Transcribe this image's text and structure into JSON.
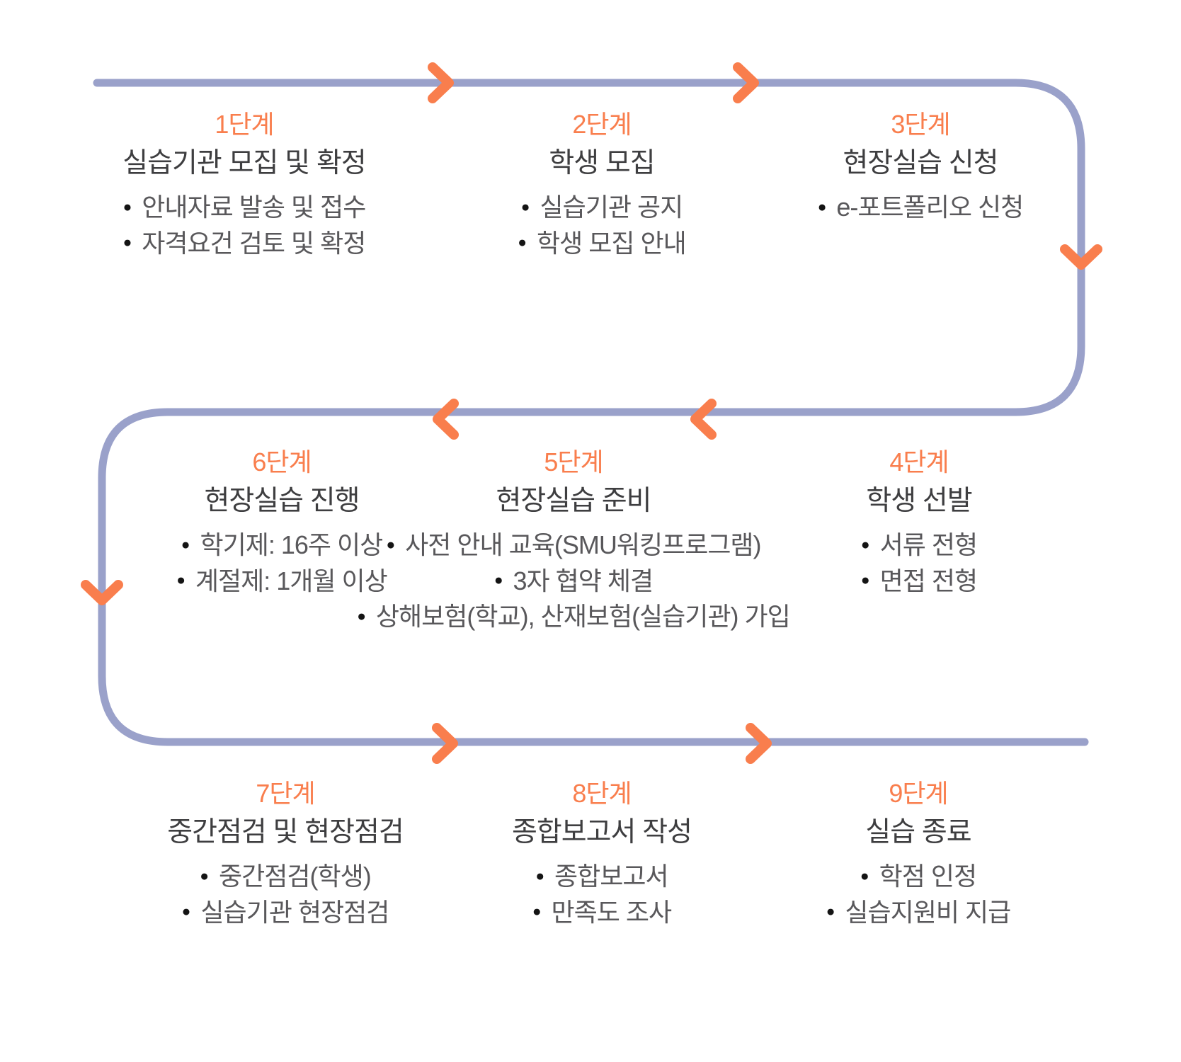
{
  "colors": {
    "path": "#9aa1ca",
    "accent": "#f97e4d",
    "title_text": "#3e3e40",
    "bullet_text": "#59585b"
  },
  "icons": {
    "flow_arrow_right": "chevron-right",
    "flow_arrow_left": "chevron-left",
    "flow_arrow_down": "chevron-down",
    "bullet": "●"
  },
  "steps": [
    {
      "label": "1단계",
      "title": "실습기관 모집 및 확정",
      "bullets": [
        "안내자료 발송 및 접수",
        "자격요건 검토 및 확정"
      ]
    },
    {
      "label": "2단계",
      "title": "학생 모집",
      "bullets": [
        "실습기관 공지",
        "학생 모집 안내"
      ]
    },
    {
      "label": "3단계",
      "title": "현장실습 신청",
      "bullets": [
        "e-포트폴리오 신청"
      ]
    },
    {
      "label": "4단계",
      "title": "학생 선발",
      "bullets": [
        "서류 전형",
        "면접 전형"
      ]
    },
    {
      "label": "5단계",
      "title": "현장실습 준비",
      "bullets": [
        "사전 안내 교육(SMU워킹프로그램)",
        "3자 협약 체결",
        "상해보험(학교), 산재보험(실습기관) 가입"
      ]
    },
    {
      "label": "6단계",
      "title": "현장실습 진행",
      "bullets": [
        "학기제: 16주 이상",
        "계절제: 1개월 이상"
      ]
    },
    {
      "label": "7단계",
      "title": "중간점검 및 현장점검",
      "bullets": [
        "중간점검(학생)",
        "실습기관 현장점검"
      ]
    },
    {
      "label": "8단계",
      "title": "종합보고서 작성",
      "bullets": [
        "종합보고서",
        "만족도 조사"
      ]
    },
    {
      "label": "9단계",
      "title": "실습 종료",
      "bullets": [
        "학점 인정",
        "실습지원비 지급"
      ]
    }
  ]
}
